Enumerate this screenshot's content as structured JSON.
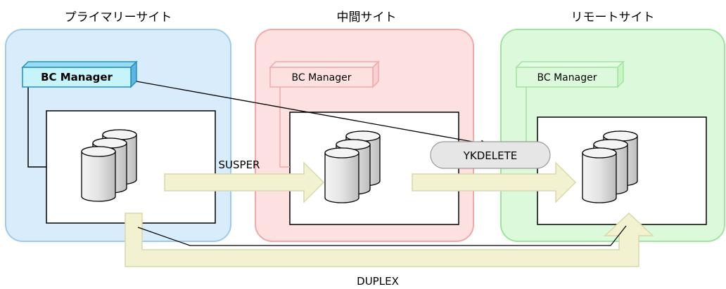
{
  "sites": {
    "primary": {
      "title": "プライマリーサイト",
      "manager": "BC Manager"
    },
    "middle": {
      "title": "中間サイト",
      "manager": "BC Manager"
    },
    "remote": {
      "title": "リモートサイト",
      "manager": "BC Manager"
    }
  },
  "labels": {
    "susper": "SUSPER",
    "ykdelete": "YKDELETE",
    "duplex": "DUPLEX"
  },
  "colors": {
    "primary_fill": "#d9ecfb",
    "primary_stroke": "#9cc9ee",
    "middle_fill": "#fde0e0",
    "middle_stroke": "#f2a8a8",
    "remote_fill": "#dcfadb",
    "remote_stroke": "#9fe49c",
    "primary_manager_fill": "#c7f4fb",
    "primary_manager_stroke": "#1f8fc8",
    "arrow_fill": "#f2f2d0",
    "arrow_stroke": "#d8d8a8",
    "ykdelete_fill": "#e6e6e6"
  }
}
